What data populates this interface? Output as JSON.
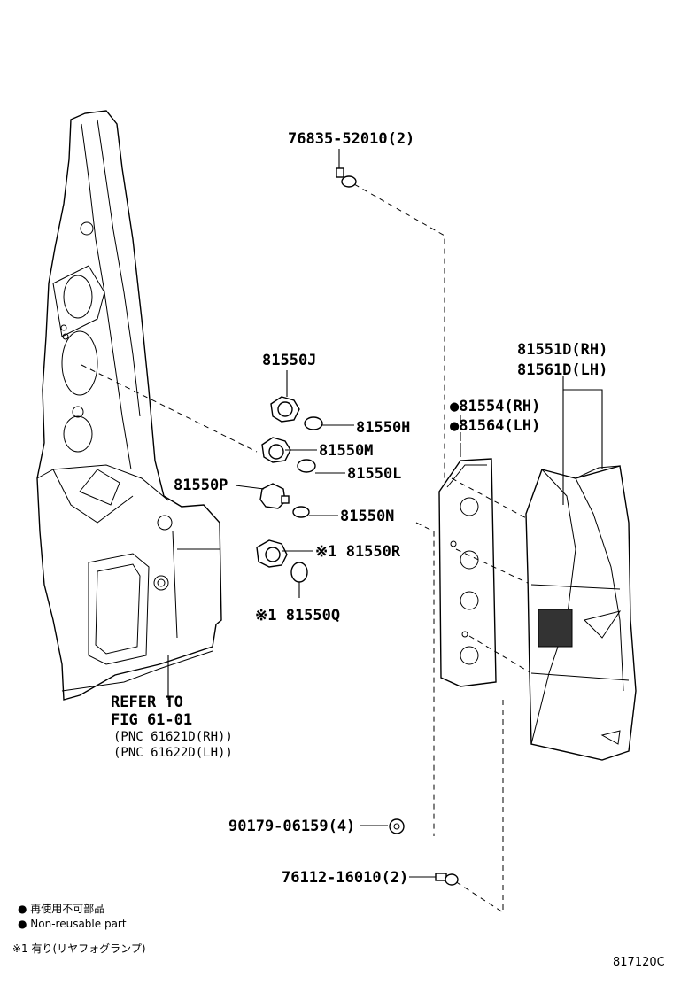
{
  "labels": {
    "bolt_top": "76835-52010(2)",
    "socket_j": "81550J",
    "bulb_h": "81550H",
    "socket_m": "81550M",
    "bulb_l": "81550L",
    "socket_p": "81550P",
    "bulb_n": "81550N",
    "socket_r": "※1 81550R",
    "bulb_q": "※1 81550Q",
    "lamp_rh": "81551D(RH)",
    "lamp_lh": "81561D(LH)",
    "gasket_rh": "●81554(RH)",
    "gasket_lh": "●81564(LH)",
    "refer1": "REFER TO",
    "refer2": "FIG 61-01",
    "refer3": "(PNC 61621D(RH))",
    "refer4": "(PNC 61622D(LH))",
    "nut": "90179-06159(4)",
    "screw": "76112-16010(2)"
  },
  "legend": {
    "jp": "● 再使用不可部品",
    "en": "● Non-reusable part",
    "note": "※1 有り(リヤフォグランプ)"
  },
  "figure_code": "817120C"
}
